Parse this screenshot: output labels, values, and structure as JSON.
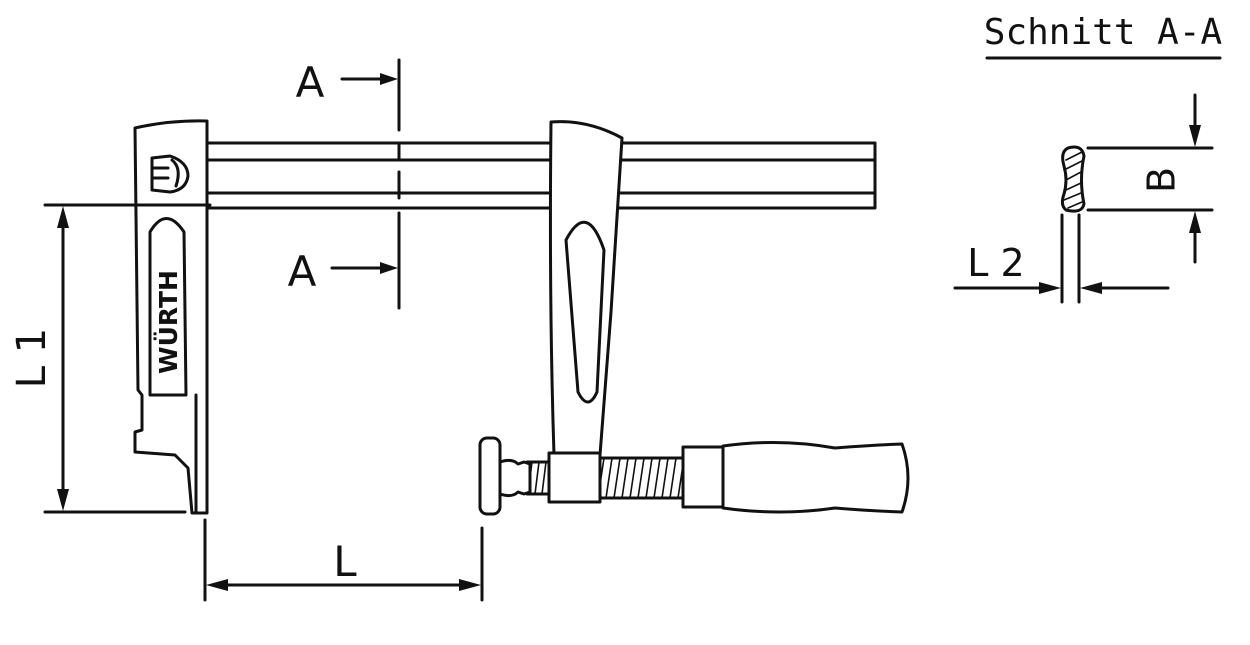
{
  "section": {
    "title": "Schnitt A-A"
  },
  "labels": {
    "cut_top": "A",
    "cut_bottom": "A",
    "dim_L": "L",
    "dim_L1": "L 1",
    "dim_L2": "L 2",
    "dim_B": "B"
  },
  "brand": "WÜRTH"
}
